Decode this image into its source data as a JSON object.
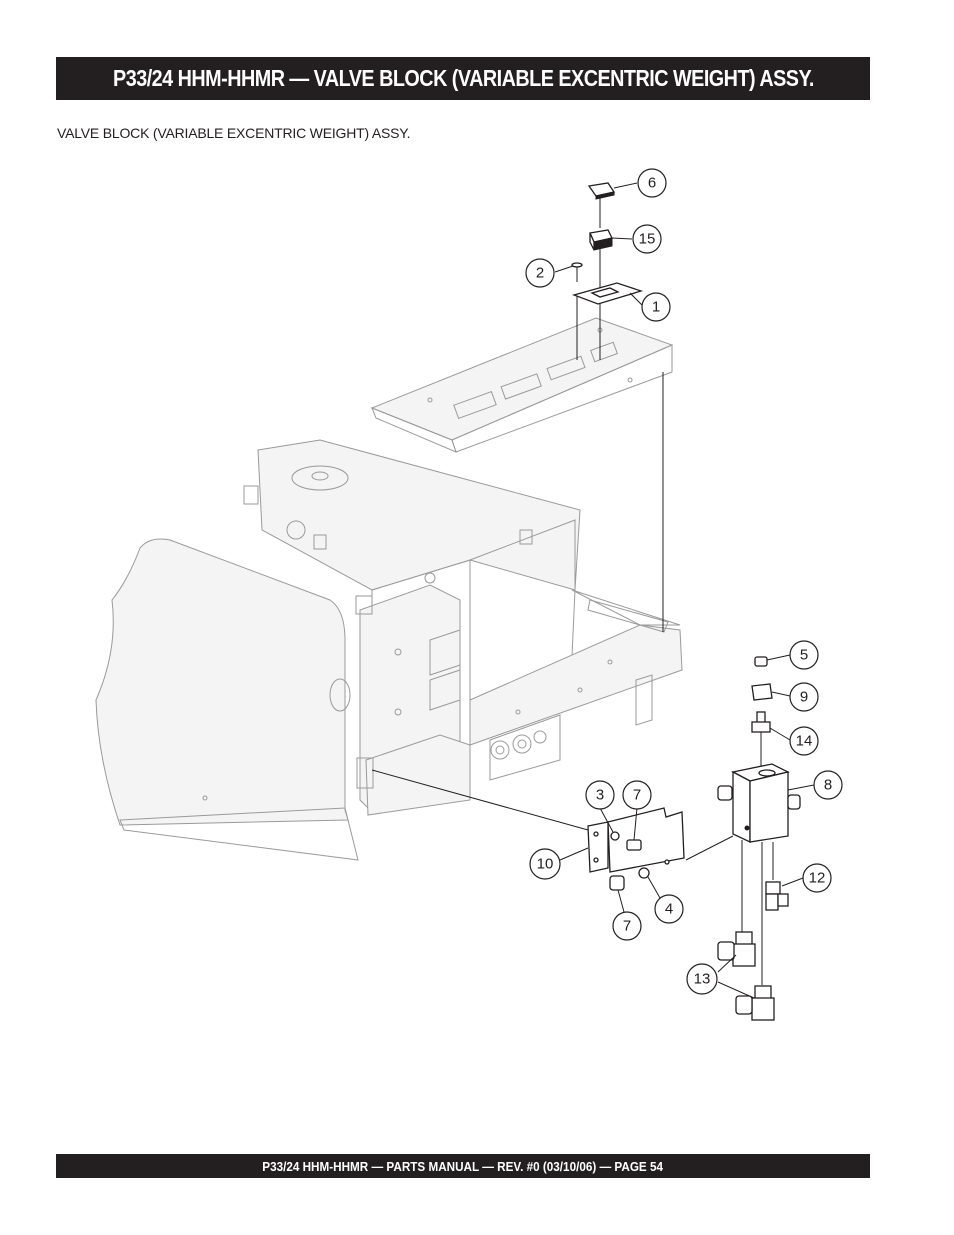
{
  "header": {
    "title": "P33/24 HHM-HHMR — VALVE BLOCK (VARIABLE EXCENTRIC WEIGHT) ASSY."
  },
  "section": {
    "subtitle": "VALVE BLOCK (VARIABLE EXCENTRIC WEIGHT) ASSY."
  },
  "callouts": {
    "c6": "6",
    "c15": "15",
    "c2": "2",
    "c1": "1",
    "c5": "5",
    "c9": "9",
    "c14": "14",
    "c8": "8",
    "c3": "3",
    "c7a": "7",
    "c10": "10",
    "c4": "4",
    "c7b": "7",
    "c12": "12",
    "c13": "13"
  },
  "footer": {
    "text": "P33/24 HHM-HHMR — PARTS MANUAL — REV. #0 (03/10/06) — PAGE 54"
  }
}
